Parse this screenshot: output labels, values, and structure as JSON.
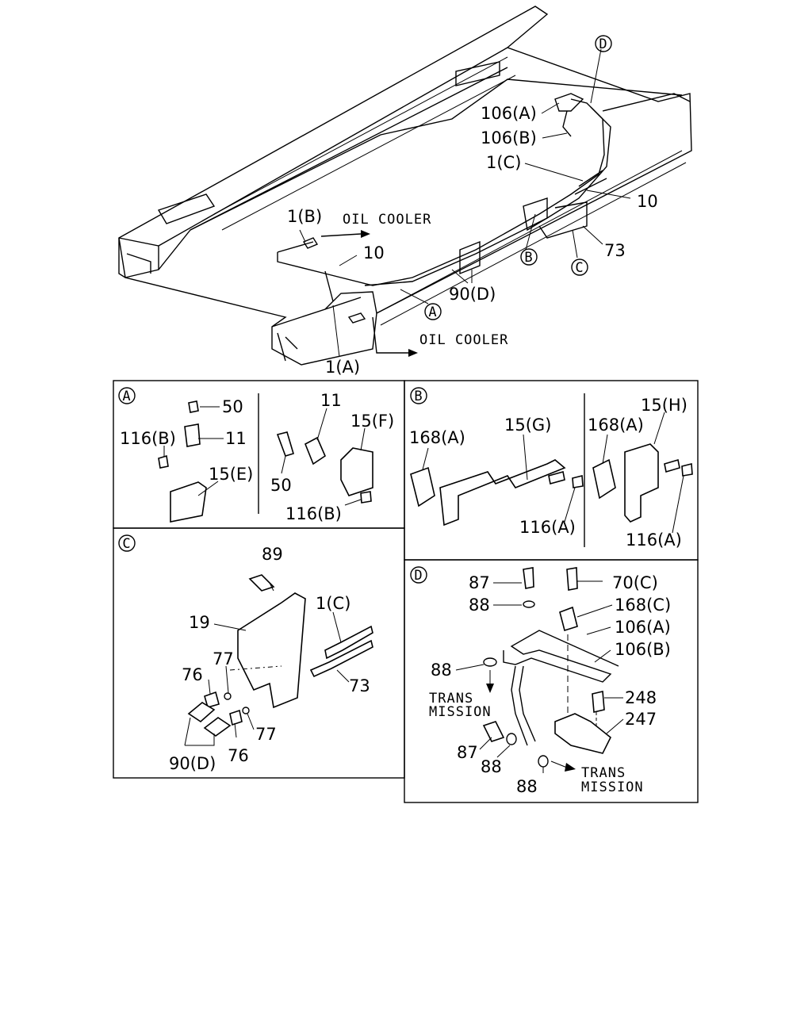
{
  "main_view": {
    "labels": {
      "d_marker": "D",
      "p106a": "106(A)",
      "p106b": "106(B)",
      "p1c": "1(C)",
      "p10_right": "10",
      "p1b": "1(B)",
      "oil_cooler_top": "OIL COOLER",
      "p10_left": "10",
      "b_marker": "B",
      "c_marker": "C",
      "p73": "73",
      "p90d": "90(D)",
      "a_marker": "A",
      "oil_cooler_bottom": "OIL COOLER",
      "p1a": "1(A)"
    }
  },
  "detail_a": {
    "marker": "A",
    "labels": {
      "p50_top": "50",
      "p116b_left": "116(B)",
      "p11_left": "11",
      "p15e": "15(E)",
      "p11_right": "11",
      "p15f": "15(F)",
      "p50_right": "50",
      "p116b_bottom": "116(B)"
    }
  },
  "detail_b": {
    "marker": "B",
    "labels": {
      "p168a_left": "168(A)",
      "p15g": "15(G)",
      "p116a_left": "116(A)",
      "p168a_right": "168(A)",
      "p15h": "15(H)",
      "p116a_right": "116(A)"
    }
  },
  "detail_c": {
    "marker": "C",
    "labels": {
      "p89": "89",
      "p19": "19",
      "p1c": "1(C)",
      "p77_top": "77",
      "p76_left": "76",
      "p73": "73",
      "p77_bottom": "77",
      "p90d": "90(D)",
      "p76_bottom": "76"
    }
  },
  "detail_d": {
    "marker": "D",
    "labels": {
      "p87_top": "87",
      "p70c": "70(C)",
      "p88_top": "88",
      "p168c": "168(C)",
      "p106a": "106(A)",
      "p106b": "106(B)",
      "p88_left": "88",
      "trans1": "TRANS",
      "mission1": "MISSION",
      "p248": "248",
      "p247": "247",
      "p87_bottom": "87",
      "p88_bottom1": "88",
      "p88_bottom2": "88",
      "trans2": "TRANS",
      "mission2": "MISSION"
    }
  }
}
